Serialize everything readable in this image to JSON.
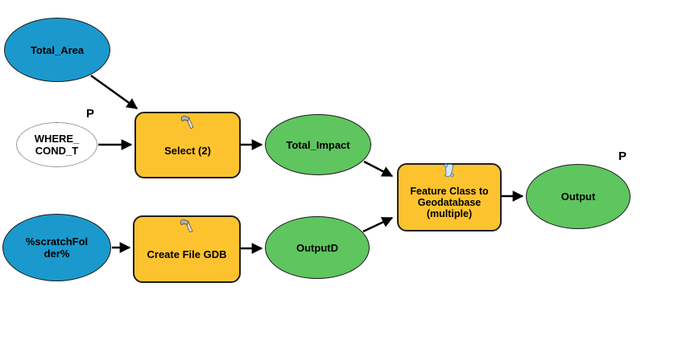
{
  "colors": {
    "input_blue": "#1b99cd",
    "tool_yellow": "#fdc32f",
    "output_green": "#5fc55f",
    "connector_black": "#000000"
  },
  "parameter_marker": "P",
  "nodes": {
    "total_area": {
      "label": "Total_Area",
      "type": "input variable"
    },
    "where_cond": {
      "lines": [
        "WHERE_",
        "COND_T"
      ],
      "type": "parameter variable"
    },
    "select_tool": {
      "label": "Select (2)",
      "icon": "hammer-icon",
      "type": "tool"
    },
    "total_impact": {
      "label": "Total_Impact",
      "type": "derived data"
    },
    "scratch_folder": {
      "lines": [
        "%scratchFol",
        "der%"
      ],
      "type": "input variable"
    },
    "create_gdb_tool": {
      "label": "Create File GDB",
      "icon": "hammer-icon",
      "type": "tool"
    },
    "outputd": {
      "label": "OutputD",
      "type": "derived data"
    },
    "fc_to_gdb_tool": {
      "lines": [
        "Feature Class to",
        "Geodatabase",
        "(multiple)"
      ],
      "icon": "scroll-script-icon",
      "type": "tool"
    },
    "output": {
      "label": "Output",
      "type": "derived data, parameter"
    }
  }
}
